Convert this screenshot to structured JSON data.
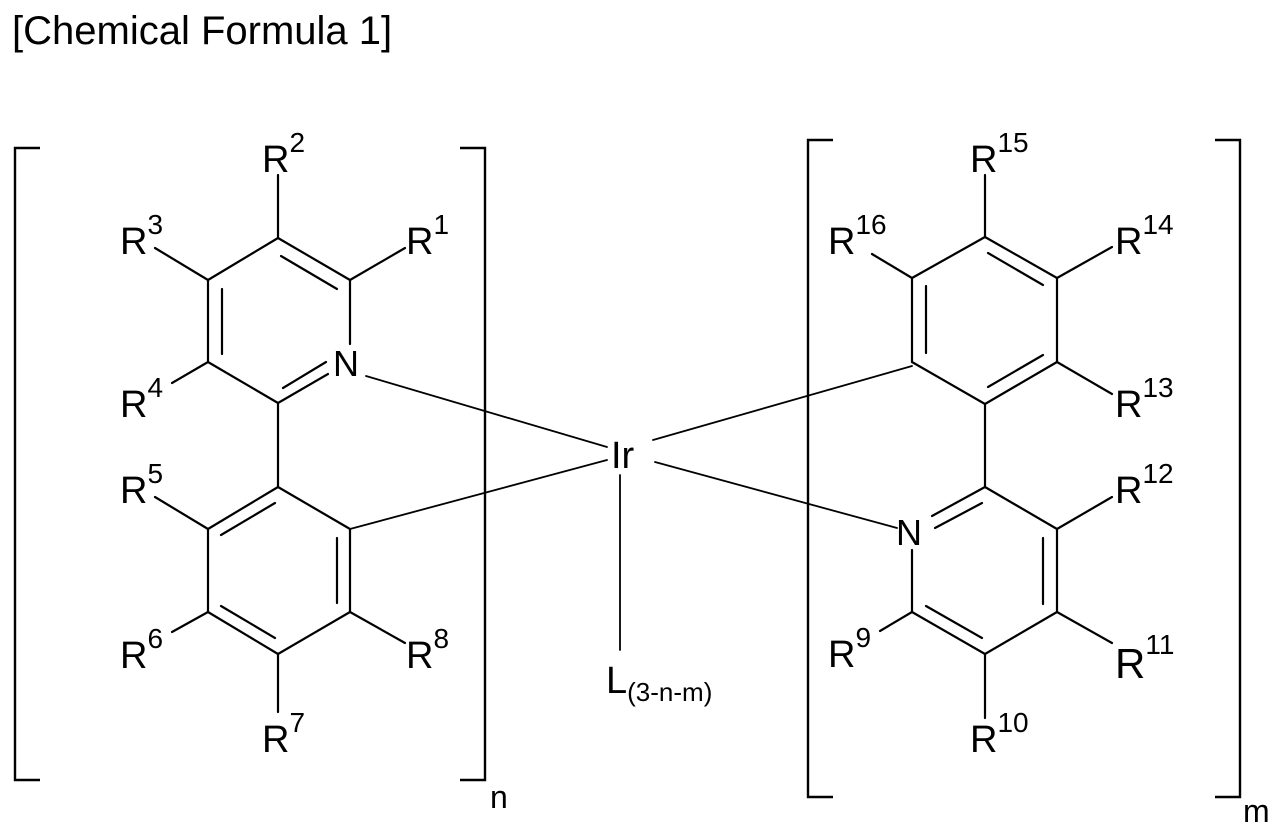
{
  "title": "[Chemical Formula 1]",
  "metal": "Ir",
  "atoms": {
    "nitrogen": "N",
    "R": "R",
    "L": "L"
  },
  "ancillary_ligand_subscript": "(3-n-m)",
  "left_ligand": {
    "subscript": "n",
    "substituents": [
      "1",
      "2",
      "3",
      "4",
      "5",
      "6",
      "7",
      "8"
    ]
  },
  "right_ligand": {
    "subscript": "m",
    "substituents": [
      "9",
      "10",
      "11",
      "12",
      "13",
      "14",
      "15",
      "16"
    ]
  }
}
